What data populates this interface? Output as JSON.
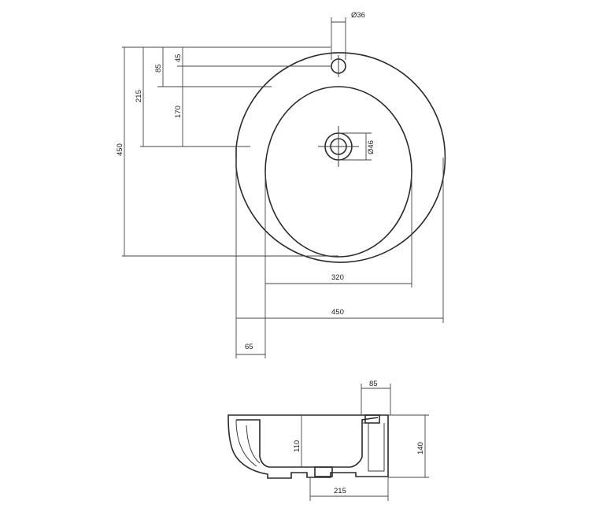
{
  "plan_view": {
    "dim_tap_hole": "Ø36",
    "dim_waste": "Ø46",
    "dim_45": "45",
    "dim_85": "85",
    "dim_215": "215",
    "dim_170": "170",
    "dim_depth_450": "450",
    "dim_bowl_320": "320",
    "dim_width_450": "450",
    "dim_wall_65": "65"
  },
  "side_view": {
    "dim_85": "85",
    "dim_110": "110",
    "dim_140": "140",
    "dim_215": "215"
  }
}
